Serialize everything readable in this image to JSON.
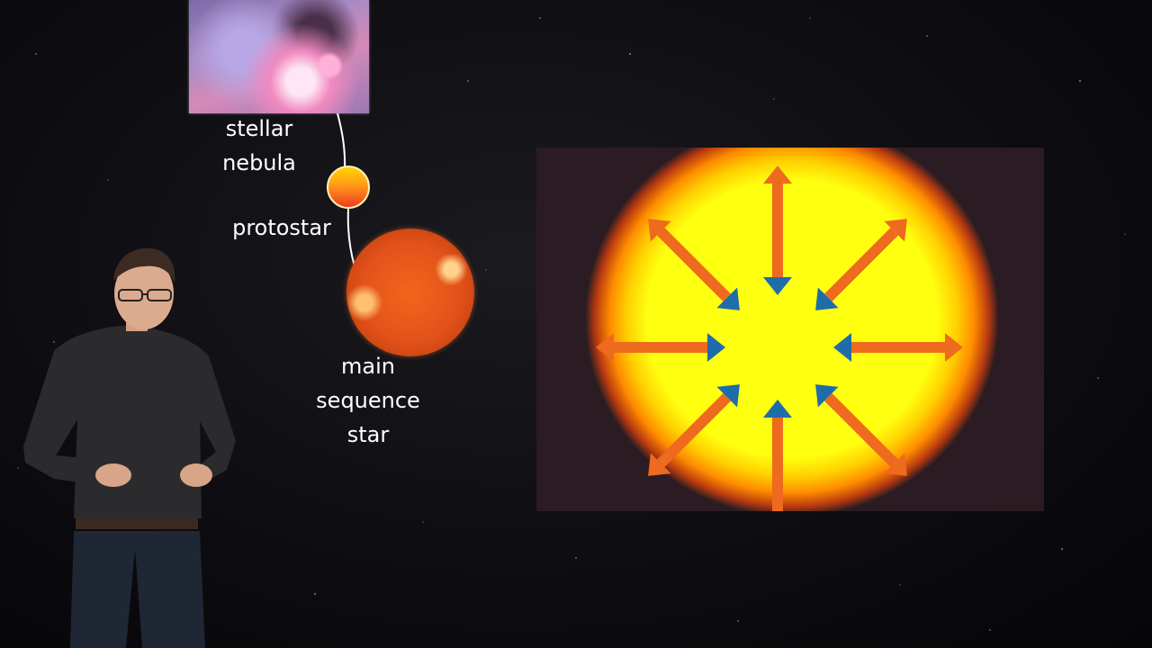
{
  "labels": {
    "nebula_line1": "stellar",
    "nebula_line2": "nebula",
    "protostar": "protostar",
    "main_line1": "main",
    "main_line2": "sequence",
    "main_line3": "star"
  },
  "colors": {
    "background": "#0d0c10",
    "star_core": "#ffff10",
    "star_edge": "#ff8c00",
    "arrow_shaft": "#ee6a1e",
    "arrow_head_inward": "#1f6da8",
    "label_text": "#ffffff"
  },
  "illustration": {
    "arrow_count": 8,
    "description_icons": [
      "nebula-image",
      "protostar-icon",
      "main-sequence-star-icon",
      "star-pressure-diagram",
      "presenter-photo"
    ]
  }
}
